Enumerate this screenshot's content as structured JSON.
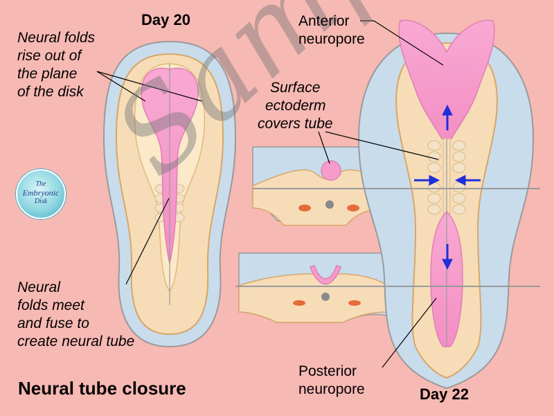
{
  "title": "Neural tube closure",
  "labels": {
    "day20": "Day 20",
    "day22": "Day 22",
    "neural_folds_rise": [
      "Neural folds",
      "rise out of",
      "the plane",
      "of the disk"
    ],
    "neural_folds_meet": [
      "Neural",
      "folds meet",
      "and fuse to",
      "create neural tube"
    ],
    "surface_ectoderm": [
      "Surface",
      "ectoderm",
      "covers tube"
    ],
    "anterior_neuropore": [
      "Anterior",
      "neuropore"
    ],
    "posterior_neuropore": [
      "Posterior",
      "neuropore"
    ]
  },
  "logo": {
    "line1": "The",
    "line2": "Embryonic",
    "line3": "Disk"
  },
  "watermark": "Sample",
  "colors": {
    "background": "#f7b9b3",
    "amnion_blue": "#c8dcec",
    "ectoderm_tan": "#f6ddb8",
    "neural_pink": "#f5a0cd",
    "neural_pink_light": "#fbd0e6",
    "somite": "#f3e2c6",
    "arrow_blue": "#1e2fd8",
    "mesoderm_orange": "#e56b3a",
    "notochord_grey": "#8a8a8a"
  }
}
